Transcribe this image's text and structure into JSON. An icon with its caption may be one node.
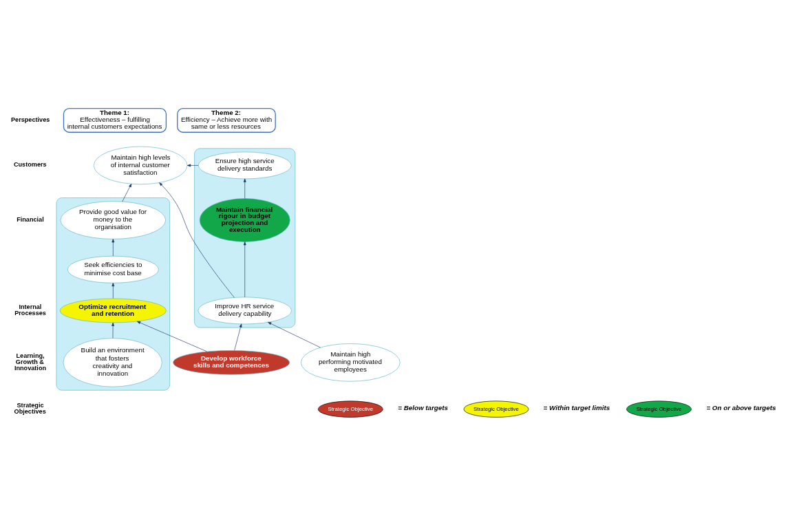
{
  "diagram": {
    "nodes": [
      {
        "text": [
          "Theme 1:",
          "Effectiveness – fulfilling internal customers expectations"
        ]
      },
      {
        "text": [
          "Theme 2:",
          "Efficiency – Achieve more with same or less resources"
        ]
      },
      {
        "text": [],
        "shape": "ellipse"
      },
      {
        "text": [],
        "shape": "ellipse"
      },
      {
        "text": [
          "Maintain high levels of internal customer satisfaction"
        ]
      },
      {
        "text": [
          "Ensure high service delivery standards"
        ],
        "in": 2
      },
      {
        "text": [
          "Provide good value for money to the organisation"
        ],
        "in": 3
      },
      {
        "text": [
          "Maintain financial rigour in budget projection and execution"
        ],
        "in": 2
      },
      {
        "text": [
          "Seek efficiencies to minimise cost base"
        ],
        "in": 3
      },
      {
        "text": [
          "Improve HR service delivery capability"
        ],
        "in": 2
      },
      {
        "text": [
          "Optimize recruitment and retention"
        ],
        "in": 3
      },
      {
        "text": [
          "Maintain high performing motivated employees"
        ]
      },
      {
        "text": [
          "Develop workforce skills and competences"
        ]
      },
      {
        "text": [
          "Build an environment that fosters creativity and innovation"
        ],
        "in": 3
      }
    ],
    "edges": [
      {
        "from": 5,
        "to": 4,
        "arrow": "to"
      },
      {
        "from": 9,
        "to": 4,
        "arrow": "to"
      },
      {
        "from": 6,
        "to": 4,
        "arrow": "to"
      },
      {
        "from": 7,
        "to": 5,
        "arrow": "to"
      },
      {
        "from": 9,
        "to": 7,
        "arrow": "to"
      },
      {
        "from": 11,
        "to": 9,
        "arrow": "to"
      },
      {
        "from": 12,
        "to": 9,
        "arrow": "to"
      },
      {
        "from": 12,
        "to": 10,
        "arrow": "to"
      },
      {
        "from": 13,
        "to": 10,
        "arrow": "to"
      },
      {
        "from": 10,
        "to": 8,
        "arrow": "to"
      },
      {
        "from": 8,
        "to": 6,
        "arrow": "to"
      }
    ],
    "labels": [
      "Perspectives",
      "Customers",
      "Financial",
      "Internal Processes",
      "Learning, Growth & Innovation",
      "Strategic Objectives",
      "Strategic Objective",
      "Strategic Objective",
      "Strategic Objective"
    ],
    "legend": [
      {
        "text": "= Below targets",
        "color": "#c0392b"
      },
      {
        "text": "= Within target limits",
        "color": "#f5f500"
      },
      {
        "text": "= On or above targets",
        "color": "#12a84a"
      }
    ]
  }
}
